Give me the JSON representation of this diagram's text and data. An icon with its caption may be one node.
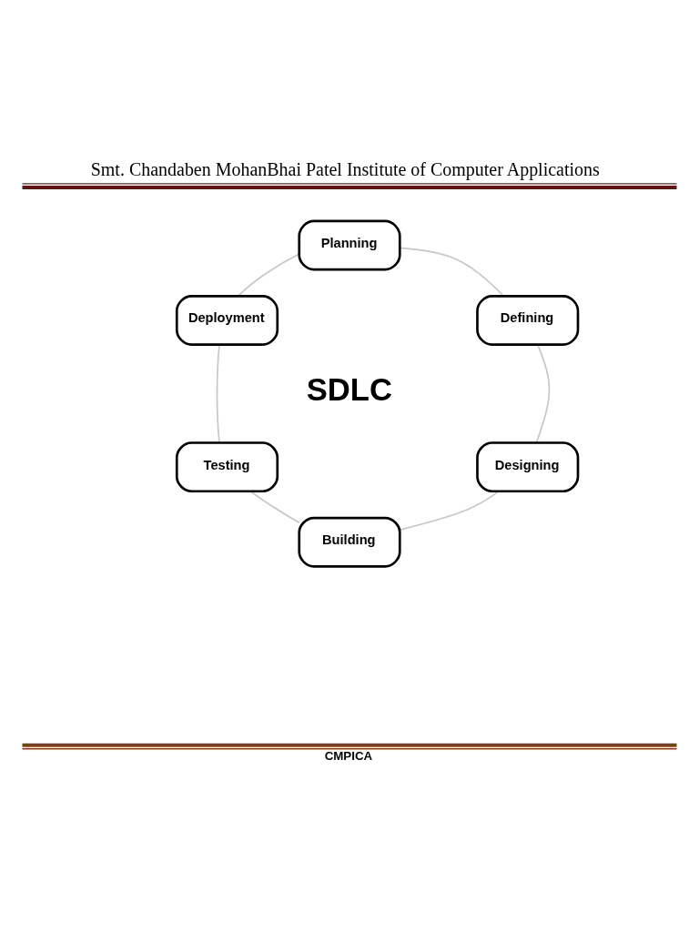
{
  "diagram": {
    "title": "Smt. Chandaben MohanBhai Patel Institute of Computer Applications",
    "nodes": [
      {
        "text": [
          "Planning"
        ]
      },
      {
        "text": [
          "Defining"
        ]
      },
      {
        "text": [
          "Designing"
        ]
      },
      {
        "text": [
          "Building"
        ]
      },
      {
        "text": [
          "Testing"
        ]
      },
      {
        "text": [
          "Deployment"
        ]
      }
    ],
    "edges": [
      {
        "from": 0,
        "to": 1,
        "arrow": "none"
      },
      {
        "from": 1,
        "to": 2,
        "arrow": "none"
      },
      {
        "from": 2,
        "to": 3,
        "arrow": "none"
      },
      {
        "from": 3,
        "to": 4,
        "arrow": "none"
      },
      {
        "from": 4,
        "to": 5,
        "arrow": "none"
      },
      {
        "from": 5,
        "to": 0,
        "arrow": "none"
      }
    ],
    "labels": [
      "SDLC",
      "CMPICA"
    ]
  }
}
